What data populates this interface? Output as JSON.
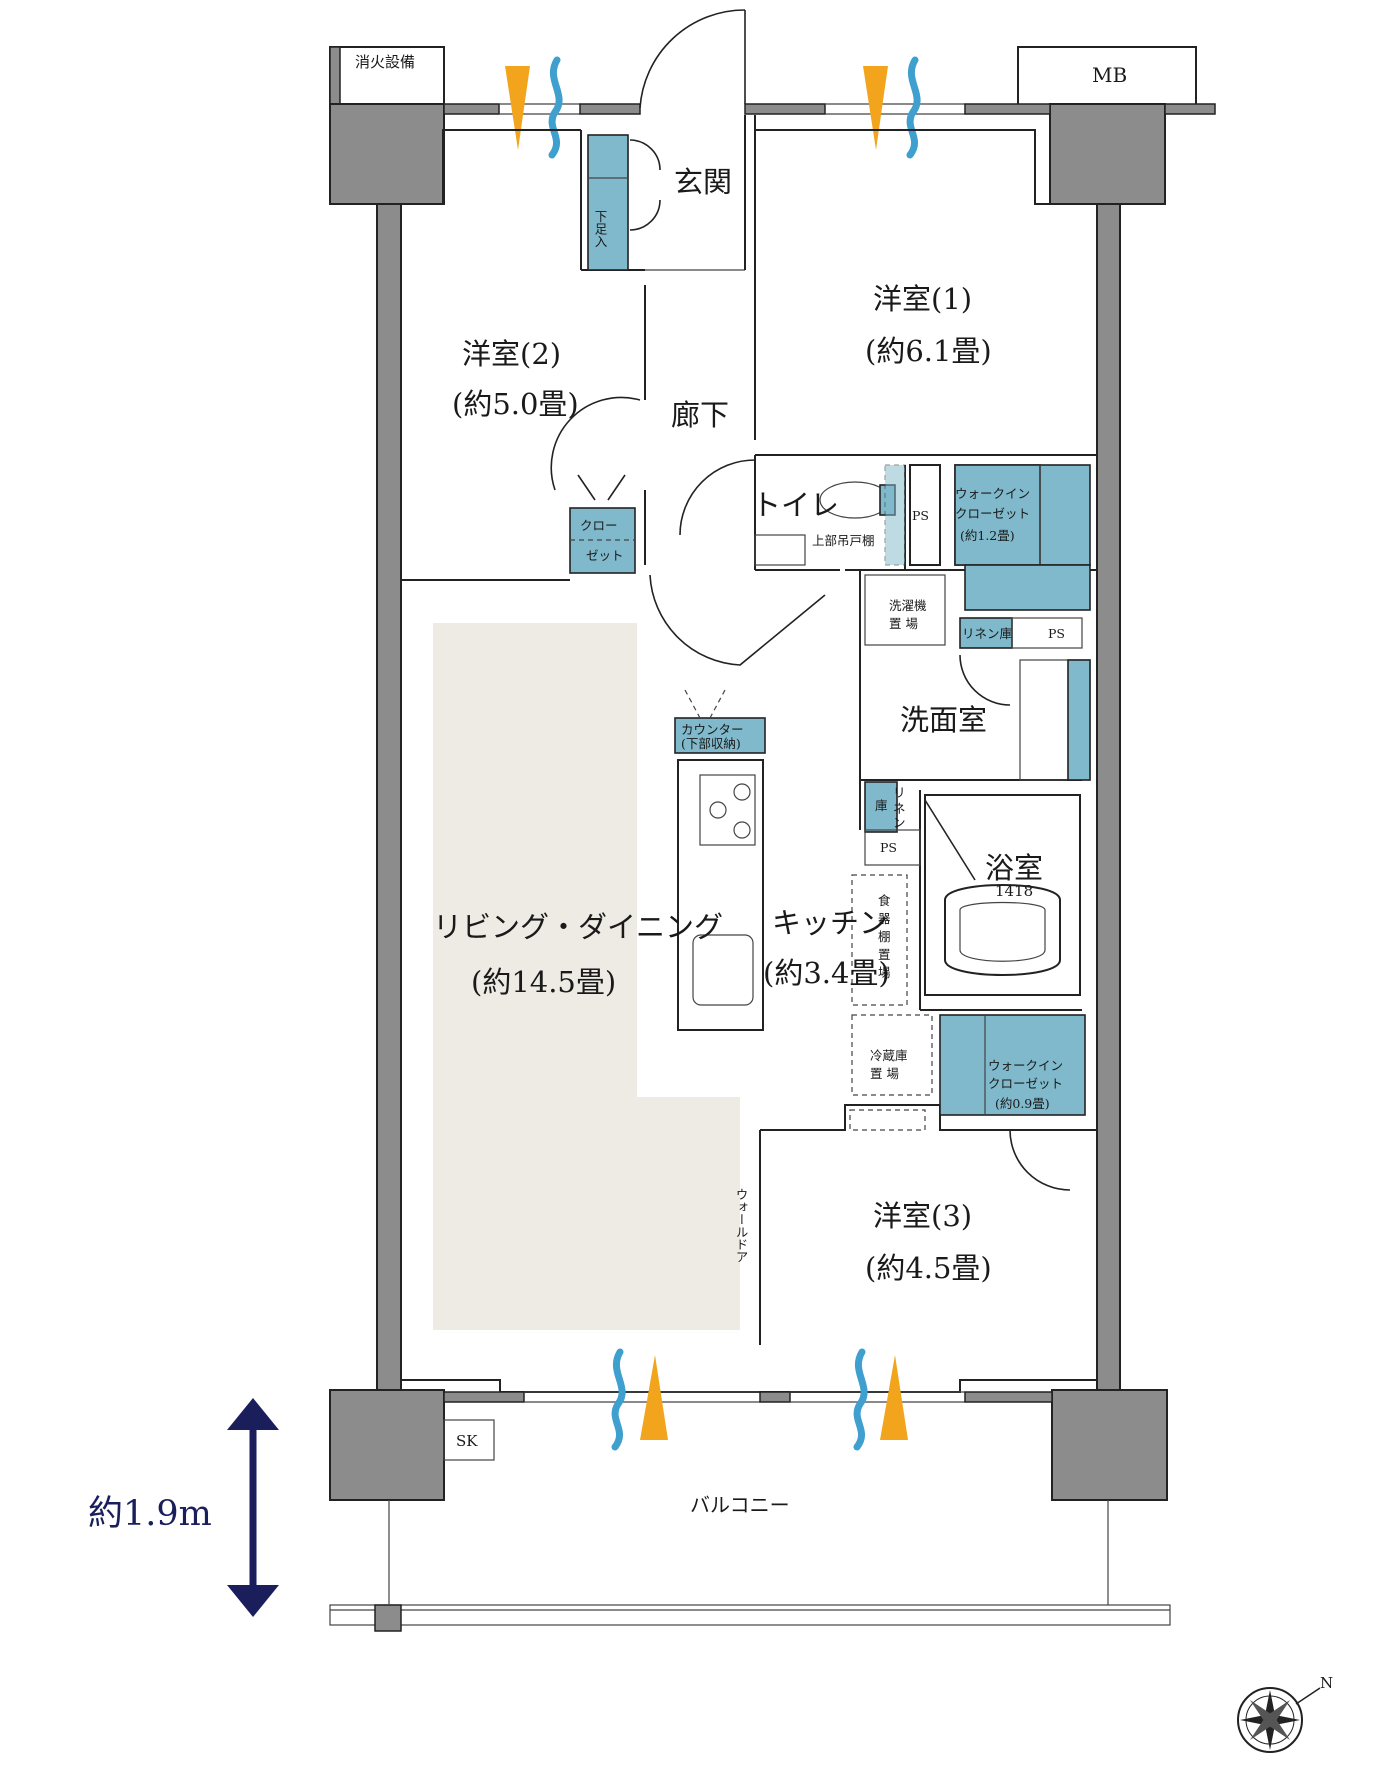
{
  "rooms": {
    "fire_equipment": "消火設備",
    "mb": "MB",
    "entrance": "玄関",
    "shoe_box": "下足入",
    "western_room_1": {
      "name": "洋室(1)",
      "size": "(約6.1畳)"
    },
    "western_room_2": {
      "name": "洋室(2)",
      "size": "(約5.0畳)"
    },
    "western_room_3": {
      "name": "洋室(3)",
      "size": "(約4.5畳)"
    },
    "hallway": "廊下",
    "toilet": "トイレ",
    "upper_cabinet": "上部吊戸棚",
    "ps_labels": [
      "PS",
      "PS",
      "PS"
    ],
    "closet": [
      "クロー",
      "ゼット"
    ],
    "walk_in_closet_1": [
      "ウォークイン",
      "クローゼット",
      "(約1.2畳)"
    ],
    "walk_in_closet_2": [
      "ウォークイン",
      "クローゼット",
      "(約0.9畳)"
    ],
    "washer_space": [
      "洗濯機",
      "置 場"
    ],
    "linen_1": "リネン庫",
    "linen_2": [
      "リ",
      "ネ",
      "庫",
      "ン"
    ],
    "washroom": "洗面室",
    "bathroom": {
      "name": "浴室",
      "size": "1418"
    },
    "counter": [
      "カウンター",
      "(下部収納)"
    ],
    "kitchen": {
      "name": "キッチン",
      "size": "(約3.4畳)"
    },
    "dish_shelf": [
      "食",
      "器",
      "棚",
      "置",
      "場"
    ],
    "fridge_space": [
      "冷蔵庫",
      "置 場"
    ],
    "living_dining": {
      "name": "リビング・ダイニング",
      "size": "(約14.5畳)"
    },
    "wall_door": "ウォールドア",
    "sk": "SK",
    "balcony": "バルコニー"
  },
  "dimension": "約1.9m",
  "compass": "N",
  "icon_names": [
    "ventilation-arrow-icon",
    "airflow-wave-icon",
    "compass-icon",
    "gas-burner-icon",
    "sink-icon",
    "bathtub-icon"
  ],
  "colors": {
    "storage": "#7fb9cb",
    "ldk_floor": "#eeebe5",
    "wall": "#8c8c8c",
    "airflow_wave": "#3f9fcf",
    "airflow_arrow": "#f2a51c",
    "dimension": "#1a1f5c"
  }
}
